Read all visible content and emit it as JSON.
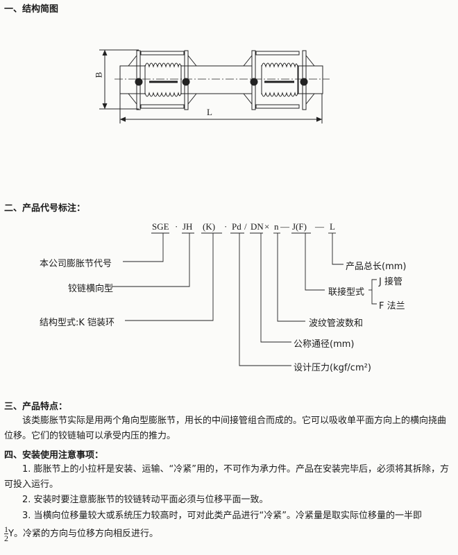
{
  "section1": {
    "title": "一、结构简图",
    "dim_b": "B",
    "dim_l": "L"
  },
  "section2": {
    "title": "二、产品代号标注：",
    "code_parts": [
      "SGE",
      "·",
      "JH",
      "(K)",
      "·",
      "Pd",
      "/",
      "DN",
      "×",
      "n",
      "—",
      "J(F)",
      "—",
      "L"
    ],
    "labels": {
      "company_code": "本公司膨胀节代号",
      "hinge_type": "铰链横向型",
      "structure": "结构型式:K 铠装环",
      "length": "产品总长(mm)",
      "connection": "联接型式",
      "conn_j": "J 接管",
      "conn_f": "F 法兰",
      "waves": "波纹管波数和",
      "diameter": "公称通径(mm)",
      "pressure": "设计压力(kgf/cm²)"
    }
  },
  "section3": {
    "title": "三、产品特点：",
    "text": "该类膨胀节实际是用两个角向型膨胀节，用长的中间接管组合而成的。它可以吸收单平面方向上的横向挠曲位移。它们的铰链轴可以承受内压的推力。"
  },
  "section4": {
    "title": "四、安装使用注意事项：",
    "items": [
      "1. 膨胀节上的小拉杆是安装、运输、“冷紧”用的，不可作为承力件。产品在安装完毕后，必须将其拆除，方可投入运行。",
      "2. 安装时要注意膨胀节的铰链转动平面必须与位移平面一致。",
      "3. 当横向位移量较大或系统压力较高时，可对此类产品进行“冷紧”。冷紧量是取实际位移量的一半即"
    ],
    "frac_num": "1",
    "frac_den": "2",
    "last_line": "Y。冷紧的方向与位移方向相反进行。"
  }
}
